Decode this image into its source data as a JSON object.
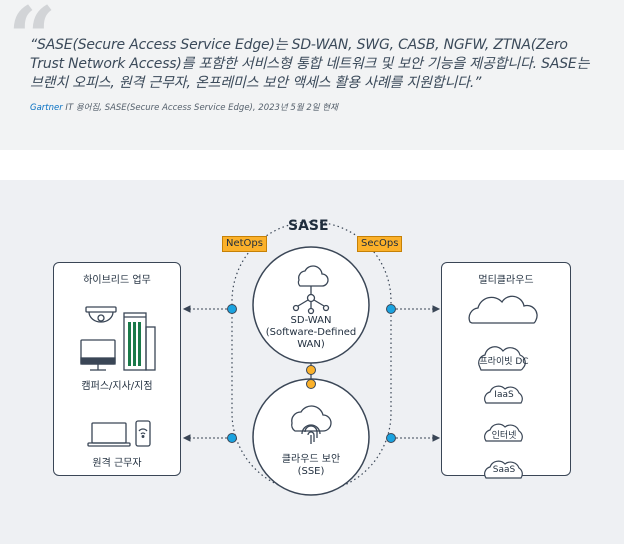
{
  "quote": {
    "mark": "“",
    "text": "“SASE(Secure Access Service Edge)는 SD-WAN, SWG, CASB, NGFW, ZTNA(Zero Trust Network Access)를 포함한 서비스형 통합 네트워크 및 보안 기능을 제공합니다. SASE는 브랜치 오피스, 원격 근무자, 온프레미스 보안 액세스 활용 사례를 지원합니다.”",
    "citation_brand": "Gartner",
    "citation_rest": " IT 용어집, SASE(Secure Access Service Edge), 2023년 5월 2일 현재"
  },
  "diagram": {
    "sase_title": "SASE",
    "netops": "NetOps",
    "secops": "SecOps",
    "left_box": {
      "title": "하이브리드 업무",
      "campus_label": "캠퍼스/지사/지점",
      "remote_label": "원격 근무자"
    },
    "sdwan": {
      "line1": "SD-WAN",
      "line2": "(Software-Defined",
      "line3": "WAN)"
    },
    "sse": {
      "line1": "클라우드 보안",
      "line2": "(SSE)"
    },
    "right_box": {
      "title": "멀티클라우드",
      "items": [
        "프라이빗 DC",
        "IaaS",
        "인터넷",
        "SaaS"
      ]
    },
    "colors": {
      "accent_orange": "#fbb12a",
      "accent_blue": "#1aa3e0",
      "line": "#3a4656",
      "panel": "#eef0f3"
    }
  }
}
